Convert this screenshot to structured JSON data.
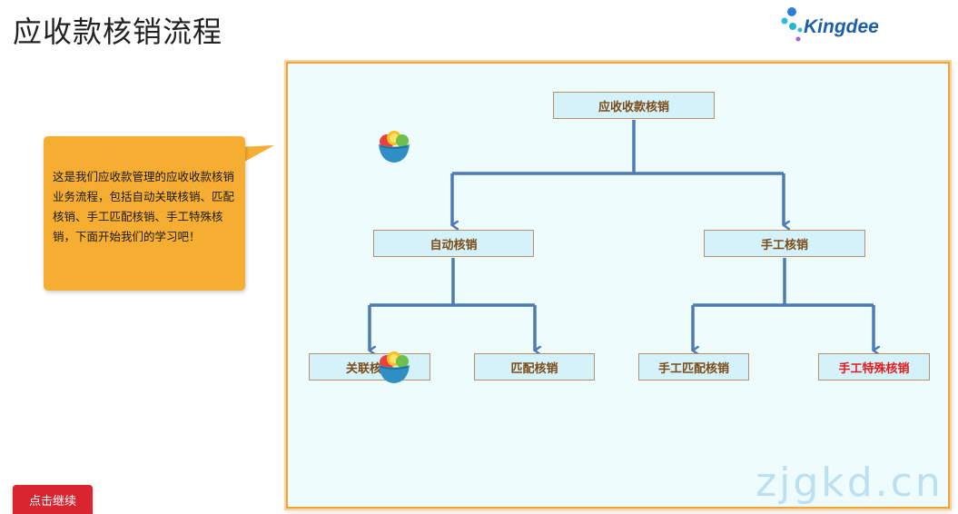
{
  "header": {
    "title": "应收款核销流程"
  },
  "logo": {
    "text": "Kingdee"
  },
  "bubble": {
    "text": "这是我们应收款管理的应收收款核销业务流程，包括自动关联核销、匹配核销、手工匹配核销、手工特殊核销，下面开始我们的学习吧！"
  },
  "flow": {
    "root": "应收收款核销",
    "auto": "自动核销",
    "manual": "手工核销",
    "auto_link": "关联核销",
    "auto_match": "匹配核销",
    "manual_match": "手工匹配核销",
    "manual_special": "手工特殊核销"
  },
  "colors": {
    "highlight": "#e21b1b",
    "panel_border": "#f2a43b",
    "bubble": "#f5ad32",
    "button": "#d8252f"
  },
  "button": {
    "continue_label": "点击继续"
  },
  "watermark": {
    "text": "zjgkd.cn"
  }
}
